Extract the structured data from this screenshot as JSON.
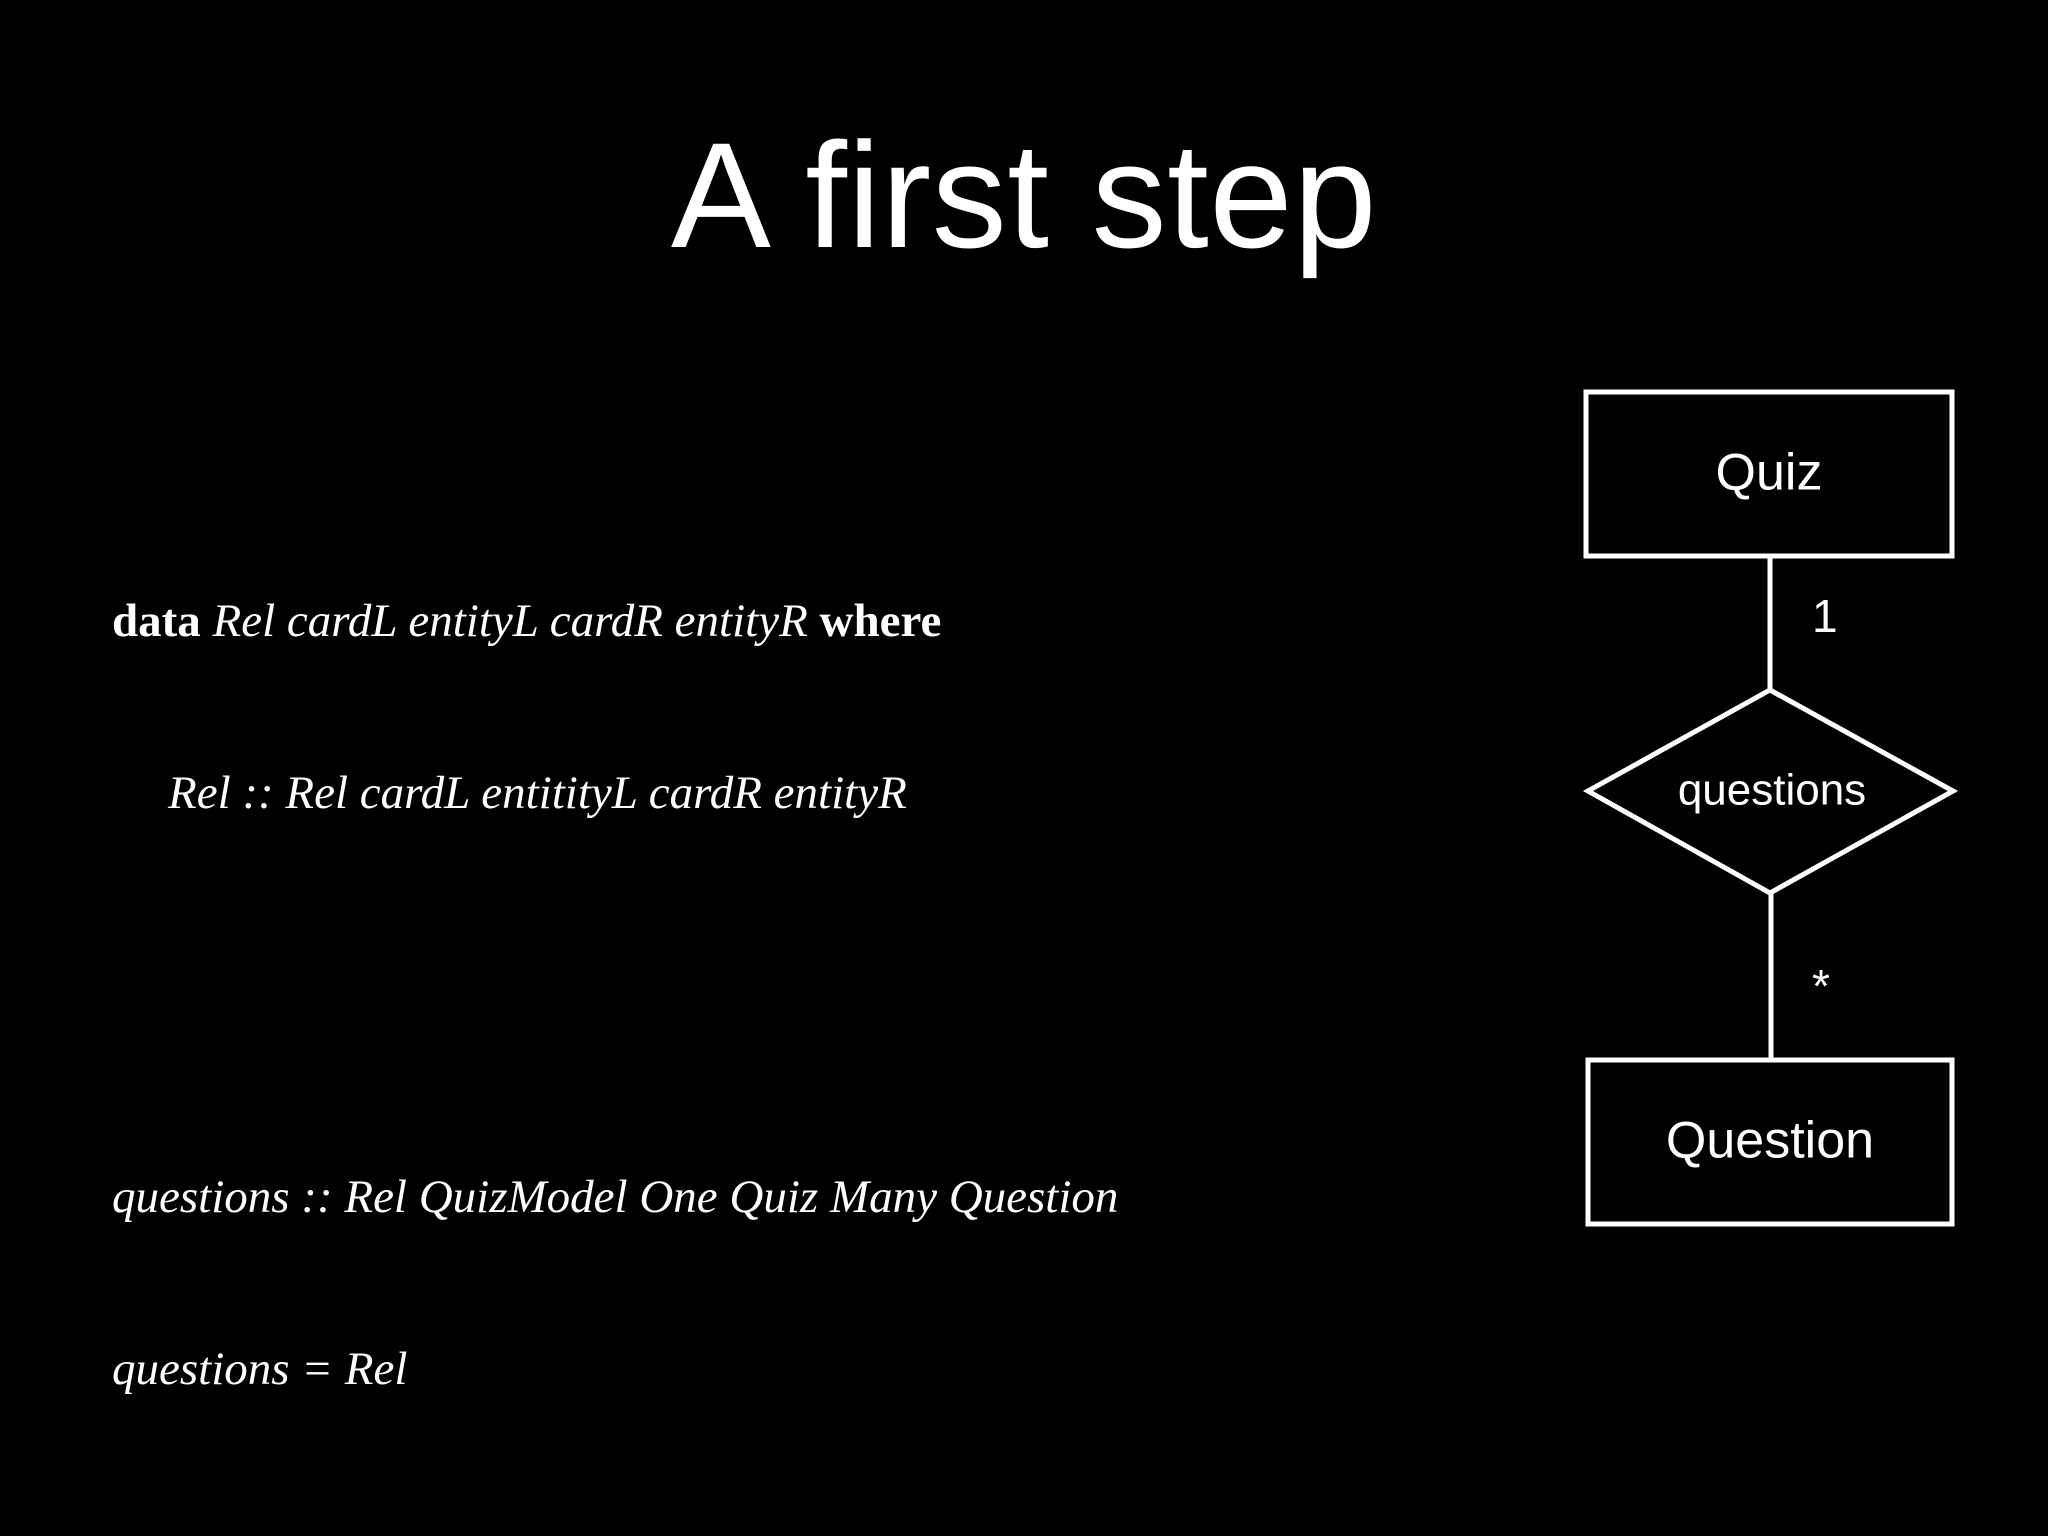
{
  "slide": {
    "title": "A first step",
    "background_color": "#000000",
    "foreground_color": "#ffffff"
  },
  "code": {
    "blocks": [
      {
        "name": "rel-datatype-declaration",
        "lines": [
          {
            "indent": 0,
            "segments": [
              {
                "text": "data ",
                "style": "keyword"
              },
              {
                "text": "Rel cardL entityL cardR entityR ",
                "style": "italic"
              },
              {
                "text": "where",
                "style": "keyword"
              }
            ]
          },
          {
            "indent": 1,
            "segments": [
              {
                "text": "Rel :: Rel cardL entitityL cardR entityR",
                "style": "italic"
              }
            ]
          }
        ]
      },
      {
        "name": "questions-definition",
        "lines": [
          {
            "indent": 0,
            "segments": [
              {
                "text": "questions :: Rel QuizModel One Quiz Many Question",
                "style": "italic"
              }
            ]
          },
          {
            "indent": 0,
            "segments": [
              {
                "text": "questions = Rel",
                "style": "italic"
              }
            ]
          }
        ]
      }
    ]
  },
  "diagram": {
    "type": "er-diagram",
    "entities": [
      {
        "id": "quiz",
        "label": "Quiz"
      },
      {
        "id": "question",
        "label": "Question"
      }
    ],
    "relationships": [
      {
        "id": "questions",
        "label": "questions"
      }
    ],
    "cardinalities": [
      {
        "id": "quiz-side",
        "label": "1",
        "from": "quiz",
        "to": "questions"
      },
      {
        "id": "question-side",
        "label": "*",
        "from": "questions",
        "to": "question"
      }
    ]
  }
}
